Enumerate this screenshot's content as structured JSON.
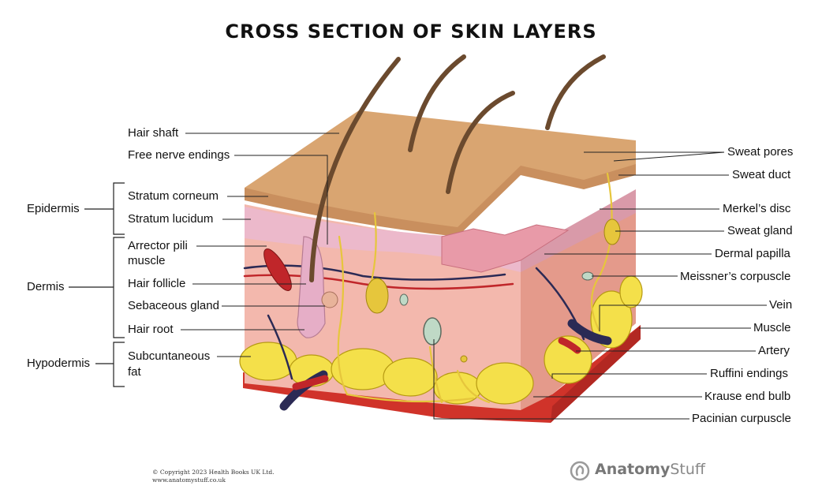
{
  "title": "CROSS SECTION OF SKIN LAYERS",
  "layer_groups": [
    {
      "label": "Epidermis"
    },
    {
      "label": "Dermis"
    },
    {
      "label": "Hypodermis"
    }
  ],
  "labels_left": [
    {
      "text": "Hair shaft"
    },
    {
      "text": "Free nerve endings"
    },
    {
      "text": "Stratum corneum"
    },
    {
      "text": "Stratum lucidum"
    },
    {
      "text": "Arrector pili"
    },
    {
      "text": "muscle"
    },
    {
      "text": "Hair follicle"
    },
    {
      "text": "Sebaceous gland"
    },
    {
      "text": "Hair root"
    },
    {
      "text": "Subcuntaneous"
    },
    {
      "text": "fat"
    }
  ],
  "labels_right": [
    {
      "text": "Sweat pores"
    },
    {
      "text": "Sweat duct"
    },
    {
      "text": "Merkel’s disc"
    },
    {
      "text": "Sweat gland"
    },
    {
      "text": "Dermal papilla"
    },
    {
      "text": "Meissner’s corpuscle"
    },
    {
      "text": "Vein"
    },
    {
      "text": "Muscle"
    },
    {
      "text": "Artery"
    },
    {
      "text": "Ruffini endings"
    },
    {
      "text": "Krause end bulb"
    },
    {
      "text": "Pacinian curpuscle"
    }
  ],
  "copyright": {
    "line1": "© Copyright 2023 Health Books UK Ltd.",
    "line2": "www.anatomystuff.co.uk"
  },
  "brand": {
    "part1": "Anatomy",
    "part2": "Stuff"
  },
  "colors": {
    "epidermis_top": "#d9a571",
    "dermis": "#f3b8ad",
    "dermis_side": "#e49a8b",
    "stratum_band": "#ecb9cb",
    "fat": "#f4e04a",
    "muscle": "#d0332a",
    "vein": "#2b2a55",
    "artery": "#c0262a",
    "nerve": "#e6c63c",
    "hair": "#6b4a2e"
  }
}
